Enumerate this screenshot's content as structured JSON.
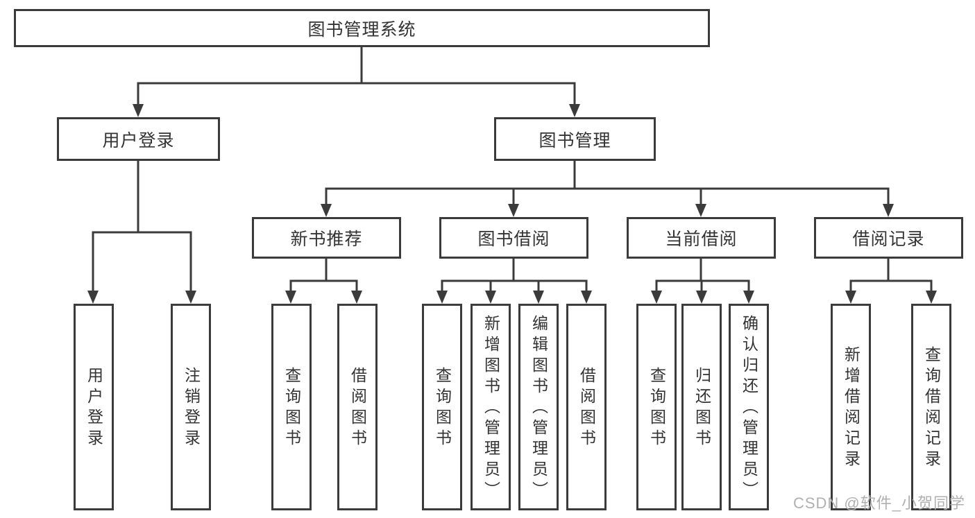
{
  "diagram_type": "functional-structure-tree",
  "tree": {
    "root": {
      "label": "图书管理系统",
      "children": [
        {
          "label": "用户登录",
          "children": [
            {
              "label": "用户登录"
            },
            {
              "label": "注销登录"
            }
          ]
        },
        {
          "label": "图书管理",
          "children": [
            {
              "label": "新书推荐",
              "children": [
                {
                  "label": "查询图书"
                },
                {
                  "label": "借阅图书"
                }
              ]
            },
            {
              "label": "图书借阅",
              "children": [
                {
                  "label": "查询图书"
                },
                {
                  "label": "新增图书（管理员）"
                },
                {
                  "label": "编辑图书（管理员）"
                },
                {
                  "label": "借阅图书"
                }
              ]
            },
            {
              "label": "当前借阅",
              "children": [
                {
                  "label": "查询图书"
                },
                {
                  "label": "归还图书"
                },
                {
                  "label": "确认归还（管理员）"
                }
              ]
            },
            {
              "label": "借阅记录",
              "children": [
                {
                  "label": "新增借阅记录"
                },
                {
                  "label": "查询借阅记录"
                }
              ]
            }
          ]
        }
      ]
    }
  },
  "watermark": {
    "text": "CSDN @软件_小贺同学"
  },
  "colors": {
    "line": "#3b3b3b",
    "box_border": "#3b3b3b",
    "text": "#333333",
    "watermark": "#b0b0b0",
    "background": "#ffffff"
  }
}
